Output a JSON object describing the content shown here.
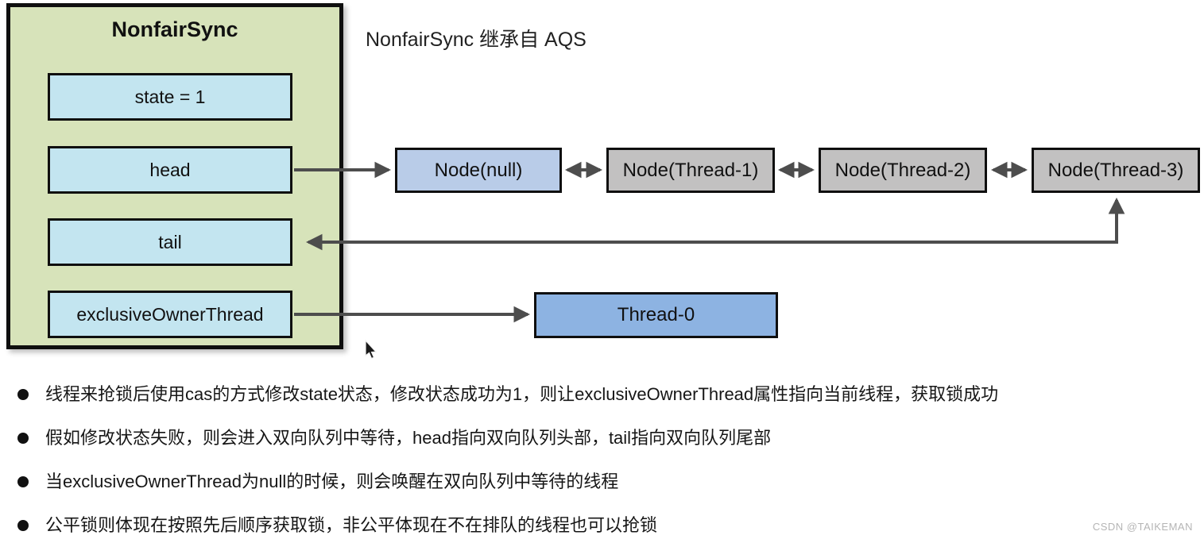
{
  "sync": {
    "title": "NonfairSync",
    "fields": [
      "state = 1",
      "head",
      "tail",
      "exclusiveOwnerThread"
    ]
  },
  "caption": "NonfairSync 继承自 AQS",
  "queue": {
    "nodes": [
      "Node(null)",
      "Node(Thread-1)",
      "Node(Thread-2)",
      "Node(Thread-3)"
    ]
  },
  "owner": {
    "label": "Thread-0"
  },
  "bullets": [
    "线程来抢锁后使用cas的方式修改state状态，修改状态成功为1，则让exclusiveOwnerThread属性指向当前线程，获取锁成功",
    "假如修改状态失败，则会进入双向队列中等待，head指向双向队列头部，tail指向双向队列尾部",
    "当exclusiveOwnerThread为null的时候，则会唤醒在双向队列中等待的线程",
    "公平锁则体现在按照先后顺序获取锁，非公平体现在不在排队的线程也可以抢锁"
  ],
  "watermark": "CSDN @TAIKEMAN",
  "colors": {
    "container_fill": "#d7e3ba",
    "field_fill": "#c3e5f0",
    "node_head_fill": "#b9cce8",
    "node_waiting_fill": "#c2c1c1",
    "owner_fill": "#8db3e2",
    "arrow": "#4d4d4d",
    "border": "#0f0f0f"
  }
}
